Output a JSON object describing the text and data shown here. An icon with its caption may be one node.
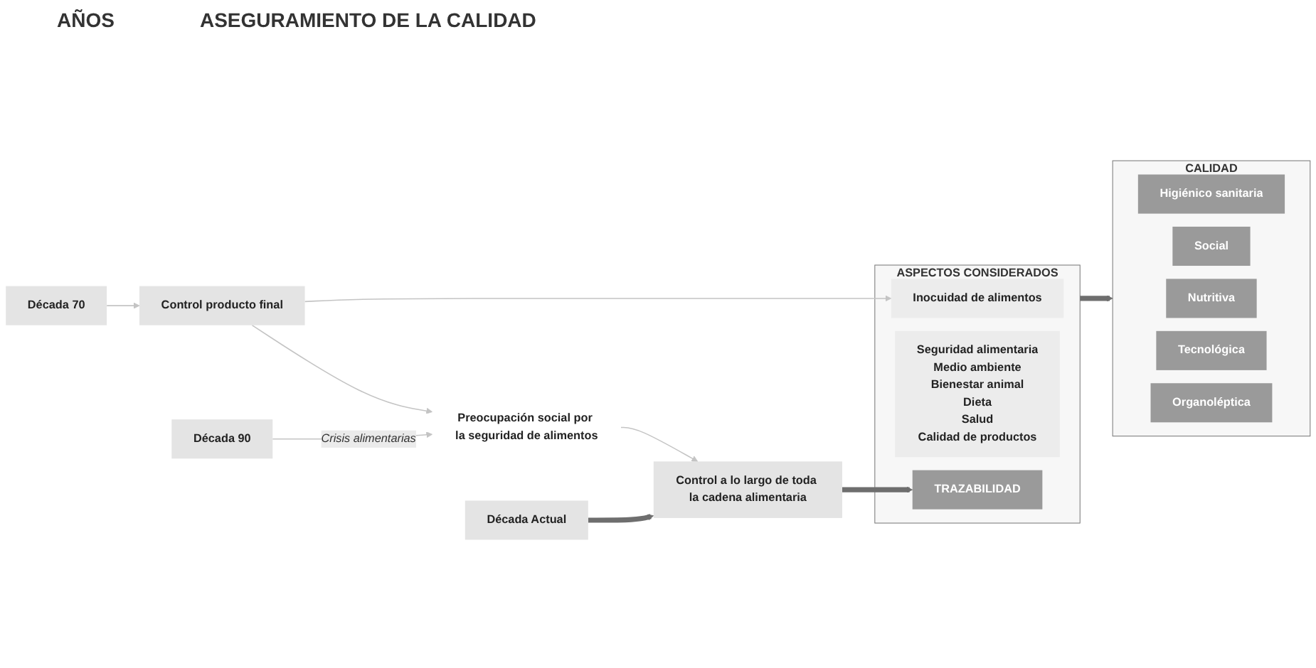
{
  "diagram": {
    "nodes": [
      {
        "text": [
          "Década 70"
        ]
      },
      {
        "text": [
          "Control producto final"
        ]
      },
      {
        "text": [
          "ASPECTOS CONSIDERADOS"
        ]
      },
      {
        "text": [
          "Inocuidad de alimentos"
        ],
        "in": 2
      },
      {
        "text": [
          "Seguridad alimentaria",
          "Medio ambiente",
          "Bienestar animal",
          "Dieta",
          "Salud",
          "Calidad de productos"
        ],
        "in": 2
      },
      {
        "text": [
          "TRAZABILIDAD"
        ],
        "in": 2
      },
      {
        "text": [
          "CALIDAD"
        ]
      },
      {
        "text": [
          "Higiénico sanitaria"
        ],
        "in": 6
      },
      {
        "text": [
          "Social"
        ],
        "in": 6
      },
      {
        "text": [
          "Nutritiva"
        ],
        "in": 6
      },
      {
        "text": [
          "Tecnológica"
        ],
        "in": 6
      },
      {
        "text": [
          "Organoléptica"
        ],
        "in": 6
      },
      {
        "text": [
          "Década 90"
        ]
      },
      {
        "text": [
          "Preocupación social por la seguridad de alimentos"
        ]
      },
      {
        "text": [
          "Década Actual"
        ]
      },
      {
        "text": [
          "Control a lo largo de toda la cadena alimentaria"
        ]
      }
    ],
    "edges": [
      {
        "from": 0,
        "to": 1,
        "arrow": "to"
      },
      {
        "from": 1,
        "to": 3,
        "arrow": "to"
      },
      {
        "from": 1,
        "to": 13,
        "arrow": "to"
      },
      {
        "from": 12,
        "to": 13,
        "arrow": "to",
        "label": "Crisis alimentarias"
      },
      {
        "from": 13,
        "to": 15,
        "arrow": "to"
      },
      {
        "from": 14,
        "to": 15,
        "arrow": "to",
        "style": "thick",
        "color": "#6e6e6e"
      },
      {
        "from": 15,
        "to": 5,
        "arrow": "to",
        "style": "thick",
        "color": "#6e6e6e"
      },
      {
        "from": 2,
        "to": 6,
        "arrow": "to",
        "style": "thick",
        "color": "#6e6e6e"
      }
    ],
    "labels": [
      "AÑOS",
      "ASEGURAMIENTO DE LA CALIDAD"
    ]
  }
}
